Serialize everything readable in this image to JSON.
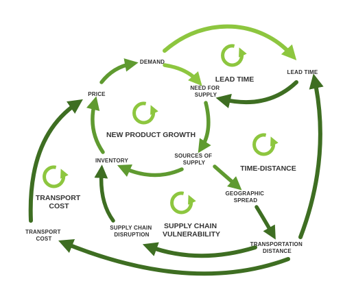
{
  "colors": {
    "light": "#8dc63f",
    "mid": "#5f9a30",
    "dark": "#3e6e22",
    "text": "#333333"
  },
  "nodes": {
    "demand": "DEMAND",
    "price": "PRICE",
    "need_for_supply": [
      "NEED FOR",
      "SUPPLY"
    ],
    "lead_time": "LEAD TIME",
    "inventory": "INVENTORY",
    "sources_of_supply": [
      "SOURCES OF",
      "SUPPLY"
    ],
    "geographic_spread": [
      "GEOGRAPHIC",
      "SPREAD"
    ],
    "transport_cost": [
      "TRANSPORT",
      "COST"
    ],
    "supply_chain_disruption": [
      "SUPPLY CHAIN",
      "DISRUPTION"
    ],
    "transportation_distance": [
      "TRANSPORTATION",
      "DISTANCE"
    ]
  },
  "loops": {
    "lead_time": "LEAD TIME",
    "new_product_growth": "NEW PRODUCT GROWTH",
    "time_distance": "TIME-DISTANCE",
    "transport_cost": [
      "TRANSPORT",
      "COST"
    ],
    "supply_chain_vulnerability": [
      "SUPPLY CHAIN",
      "VULNERABILITY"
    ]
  }
}
